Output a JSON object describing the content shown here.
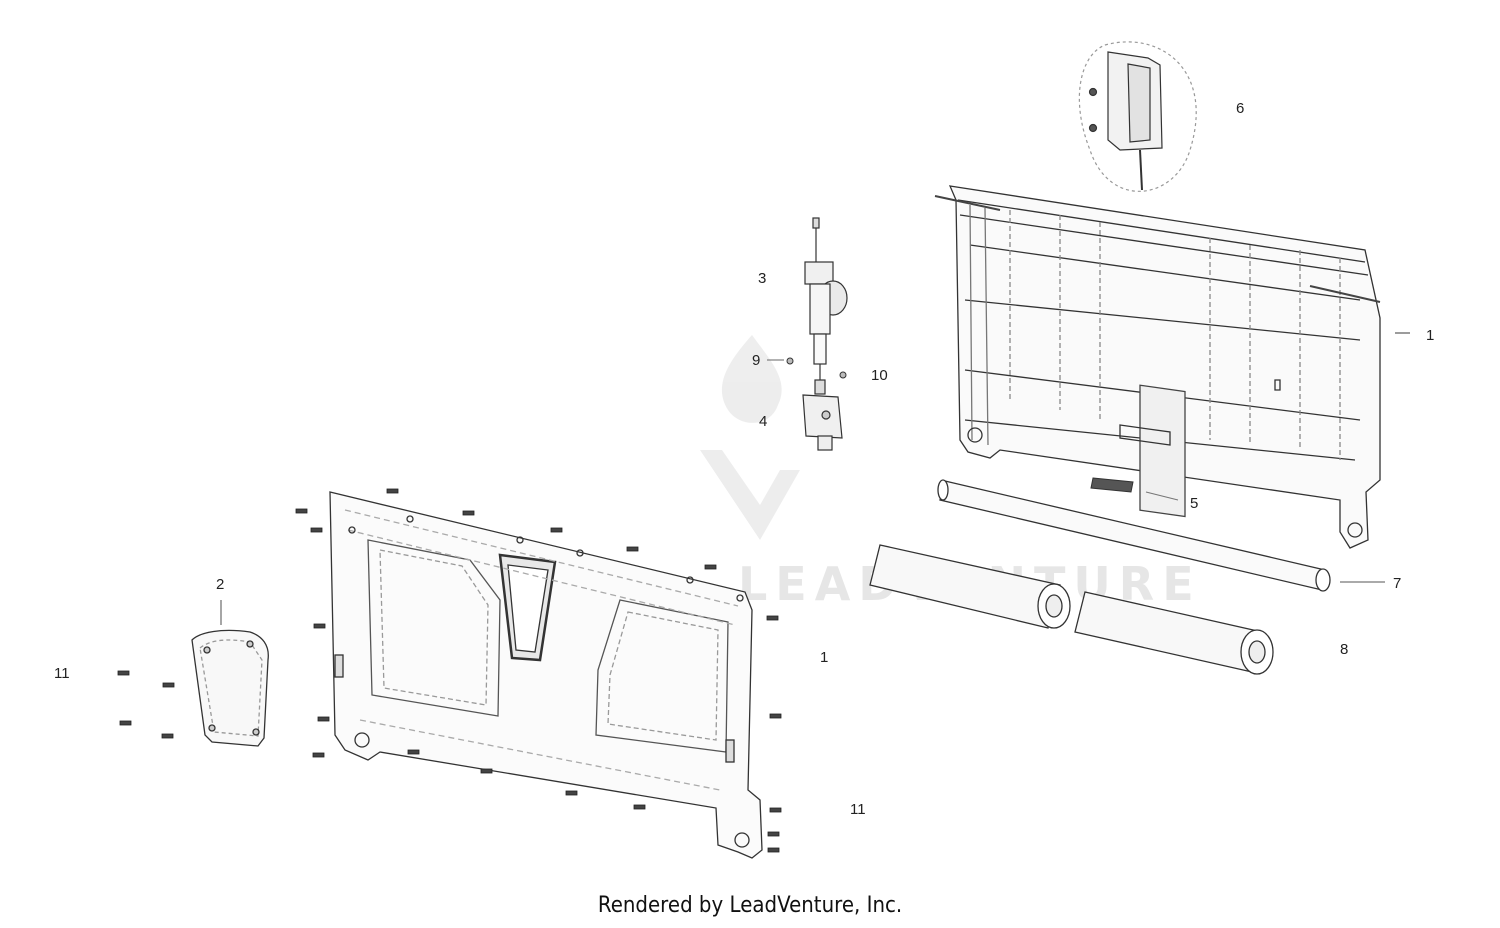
{
  "diagram": {
    "watermark_text": "LEADVENTURE",
    "callouts": {
      "c1_rear_panel": "1",
      "c1_front_panel": "1",
      "c2": "2",
      "c3": "3",
      "c4": "4",
      "c5": "5",
      "c6": "6",
      "c7": "7",
      "c8": "8",
      "c9": "9",
      "c10": "10",
      "c11_left": "11",
      "c11_bottom": "11"
    }
  },
  "footer": {
    "credit": "Rendered by LeadVenture, Inc."
  }
}
